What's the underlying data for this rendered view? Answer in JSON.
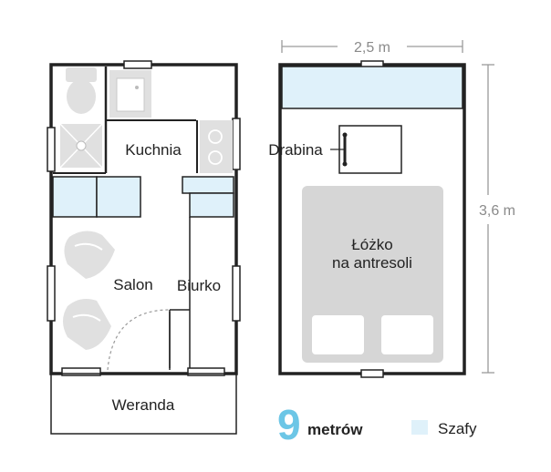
{
  "left_plan": {
    "rooms": {
      "kitchen": "Kuchnia",
      "living": "Salon",
      "desk": "Biurko",
      "porch": "Weranda"
    }
  },
  "right_plan": {
    "width_dim": "2,5 m",
    "height_dim": "3,6 m",
    "ladder": "Drabina",
    "bed_line1": "Łóżko",
    "bed_line2": "na antresoli"
  },
  "footer": {
    "area_number": "9",
    "area_unit": "metrów",
    "legend_label": "Szafy"
  },
  "colors": {
    "closet": "#dff1fa",
    "closet_stroke": "#222222",
    "area_number": "#6cc6e6",
    "bed": "#d6d6d6",
    "fixture": "#e0e0e0",
    "dim_line": "#9a9a9a"
  }
}
